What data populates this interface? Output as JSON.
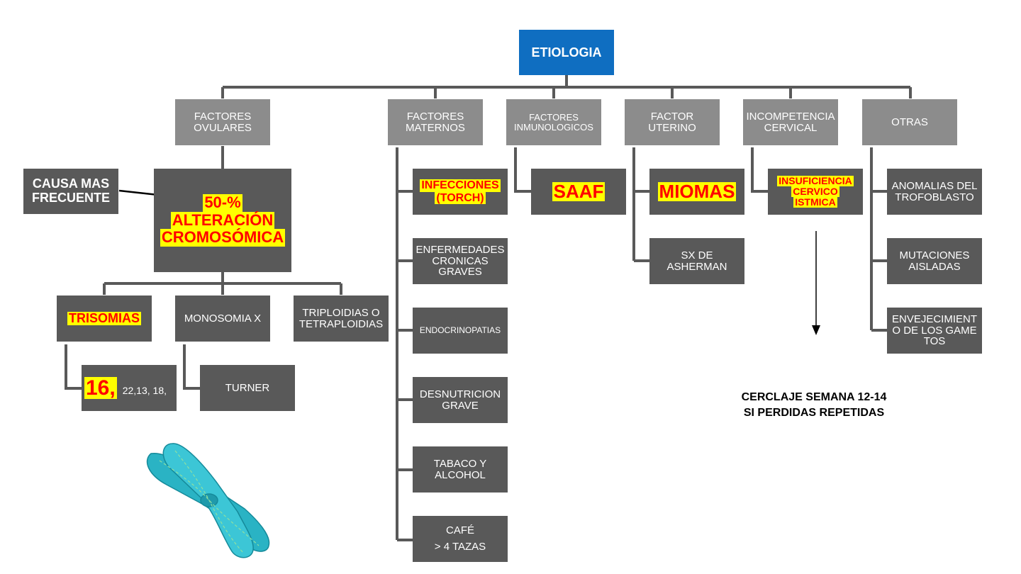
{
  "root": {
    "label": "ETIOLOGIA"
  },
  "categories": {
    "ovulares": "FACTORES OVULARES",
    "maternos": "FACTORES MATERNOS",
    "inmuno": "FACTORES INMUNOLOGICOS",
    "uterino": "FACTOR UTERINO",
    "cervical": "INCOMPETENCIA CERVICAL",
    "otras": "OTRAS"
  },
  "ovulares": {
    "causa_line1": "CAUSA MAS",
    "causa_line2": "FRECUENTE",
    "main_line1": "50-%",
    "main_line2": "ALTERACIÓN",
    "main_line3": "CROMOSÓMICA",
    "trisomias": "TRISOMIAS",
    "monosomia": "MONOSOMIA X",
    "triploidias": "TRIPLOIDIAS O TETRAPLOIDIAS",
    "trisomia_main": "16,",
    "trisomia_rest": "22,13, 18,",
    "turner": "TURNER"
  },
  "maternos": {
    "infecciones_line1": "INFECCIONES",
    "infecciones_line2": "(TORCH)",
    "items": [
      "ENFERMEDADES CRONICAS GRAVES",
      "ENDOCRINOPATIAS",
      "DESNUTRICION GRAVE",
      "TABACO Y ALCOHOL"
    ],
    "cafe_line1": "CAFÉ",
    "cafe_line2": "> 4 TAZAS"
  },
  "inmuno": {
    "saaf": "SAAF"
  },
  "uterino": {
    "miomas": "MIOMAS",
    "asherman": "SX DE ASHERMAN"
  },
  "cervical": {
    "insuf_line1": "INSUFICIENCIA",
    "insuf_line2": "CERVICO",
    "insuf_line3": "ISTMICA",
    "note_line1": "CERCLAJE SEMANA 12-14",
    "note_line2": "SI PERDIDAS REPETIDAS"
  },
  "otras": {
    "items": [
      "ANOMALIAS DEL TROFOBLASTO",
      "MUTACIONES AISLADAS",
      "ENVEJECIMIENTO DE LOS GAMETOS"
    ]
  },
  "colors": {
    "root": "#0f6ec1",
    "category": "#8c8c8c",
    "item": "#595959",
    "highlight": "#ffff00",
    "highlight_text": "#ff0000",
    "connector": "#595959",
    "chromosome": "#2ab3c4"
  }
}
